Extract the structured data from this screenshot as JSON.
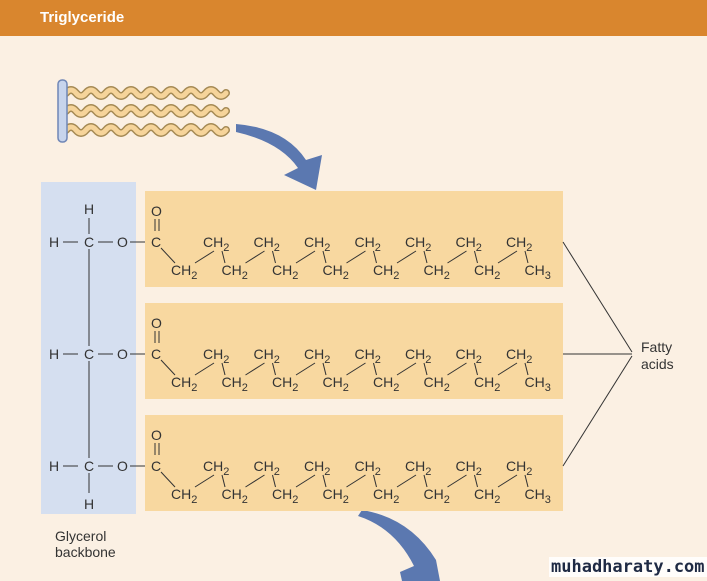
{
  "header": {
    "title": "Triglyceride",
    "color": "#d9862e"
  },
  "colors": {
    "background": "#fbf0e3",
    "glycerol_box": "#d5dff0",
    "fatty_box": "#f8d8a0",
    "arrow": "#5b78b0",
    "text": "#333333"
  },
  "glycerol": {
    "label_line1": "Glycerol",
    "label_line2": "backbone",
    "rows": [
      {
        "top_atom": "H",
        "left_atom": "H",
        "center_atom": "C",
        "link_atom": "O",
        "bottom_atom": ""
      },
      {
        "top_atom": "",
        "left_atom": "H",
        "center_atom": "C",
        "link_atom": "O",
        "bottom_atom": ""
      },
      {
        "top_atom": "",
        "left_atom": "H",
        "center_atom": "C",
        "link_atom": "O",
        "bottom_atom": "H"
      }
    ]
  },
  "fatty_acids": {
    "label_line1": "Fatty",
    "label_line2": "acids",
    "chains": [
      {
        "carbonyl_o": "O",
        "carbonyl_c": "C",
        "upper": [
          "CH2",
          "CH2",
          "CH2",
          "CH2",
          "CH2",
          "CH2",
          "CH2"
        ],
        "lower": [
          "CH2",
          "CH2",
          "CH2",
          "CH2",
          "CH2",
          "CH2",
          "CH2",
          "CH3"
        ]
      },
      {
        "carbonyl_o": "O",
        "carbonyl_c": "C",
        "upper": [
          "CH2",
          "CH2",
          "CH2",
          "CH2",
          "CH2",
          "CH2",
          "CH2"
        ],
        "lower": [
          "CH2",
          "CH2",
          "CH2",
          "CH2",
          "CH2",
          "CH2",
          "CH2",
          "CH3"
        ]
      },
      {
        "carbonyl_o": "O",
        "carbonyl_c": "C",
        "upper": [
          "CH2",
          "CH2",
          "CH2",
          "CH2",
          "CH2",
          "CH2",
          "CH2"
        ],
        "lower": [
          "CH2",
          "CH2",
          "CH2",
          "CH2",
          "CH2",
          "CH2",
          "CH2",
          "CH3"
        ]
      }
    ]
  },
  "icon": {
    "name": "triglyceride-schematic-icon"
  },
  "watermark": "muhadharaty.com"
}
